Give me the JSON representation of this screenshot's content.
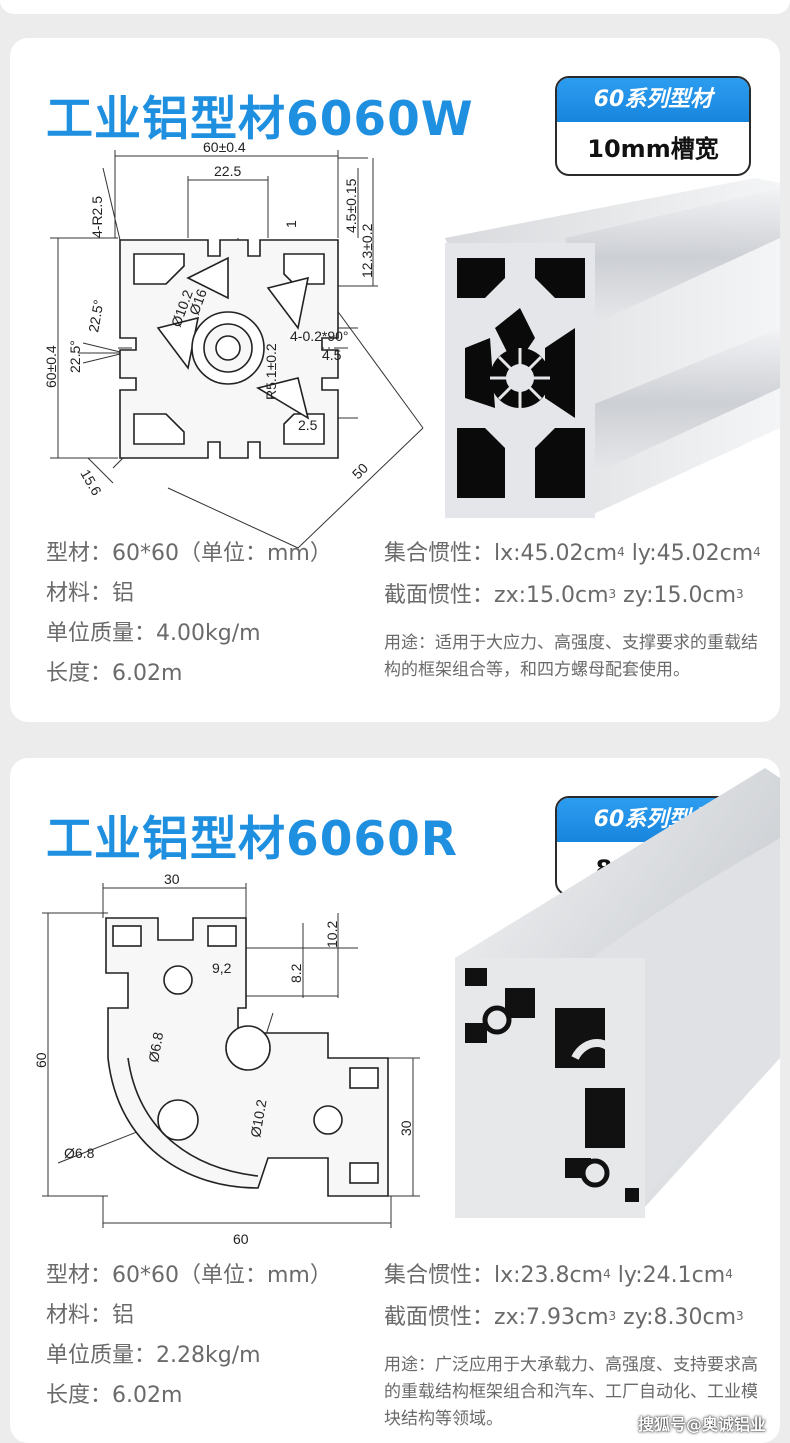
{
  "cards": [
    {
      "title": "工业铝型材6060W",
      "badge": {
        "series": "60系列型材",
        "slot": "10mm槽宽"
      },
      "drawing": {
        "width": "60±0.4",
        "inner": "22.5",
        "d1": "4.5±0.15",
        "d2": "12.3±0.2",
        "radius": "4-R2.5",
        "angle1": "22.5°",
        "angle2": "22.5°",
        "height": "60±0.4",
        "hole1": "Ø10.2",
        "hole2": "Ø16",
        "chamfer": "4-0.2*90°",
        "r5": "R5.1±0.2",
        "w45": "4.5",
        "w25": "2.5",
        "diag": "50",
        "d156": "15.6",
        "tick1": "1"
      },
      "specs_left": [
        "型材：60*60（单位：mm）",
        "材料：铝",
        "单位质量：4.00kg/m",
        "长度：6.02m"
      ],
      "inertia": {
        "label": "集合惯性：",
        "lx": "lx:45.02cm",
        "ly": "ly:45.02cm",
        "exp": "4"
      },
      "section": {
        "label": "截面惯性：",
        "zx": "zx:15.0cm",
        "zy": "zy:15.0cm",
        "exp": "3"
      },
      "usage": "用途：适用于大应力、高强度、支撑要求的重载结构的框架组合等，和四方螺母配套使用。"
    },
    {
      "title": "工业铝型材6060R",
      "badge": {
        "series": "60系列型材",
        "slot": "8mm槽宽"
      },
      "drawing": {
        "top30": "30",
        "d82": "8.2",
        "d102": "10.2",
        "d92": "9,2",
        "left60": "60",
        "h68a": "Ø6.8",
        "h68b": "Ø6.8",
        "h102": "Ø10.2",
        "right30": "30",
        "bottom60": "60"
      },
      "specs_left": [
        "型材：60*60（单位：mm）",
        "材料：铝",
        "单位质量：2.28kg/m",
        "长度：6.02m"
      ],
      "inertia": {
        "label": "集合惯性：",
        "lx": "lx:23.8cm",
        "ly": "ly:24.1cm",
        "exp": "4"
      },
      "section": {
        "label": "截面惯性：",
        "zx": "zx:7.93cm",
        "zy": "zy:8.30cm",
        "exp": "3"
      },
      "usage": "用途：广泛应用于大承载力、高强度、支持要求高的重载结构框架组合和汽车、工厂自动化、工业模块结构等领域。"
    }
  ],
  "watermark": "搜狐号@奥诚铝业",
  "colors": {
    "title_blue": "#1f8fe0",
    "badge_blue": "#1e8fe6",
    "text_gray": "#6a6a6a",
    "bg": "#ececec"
  }
}
